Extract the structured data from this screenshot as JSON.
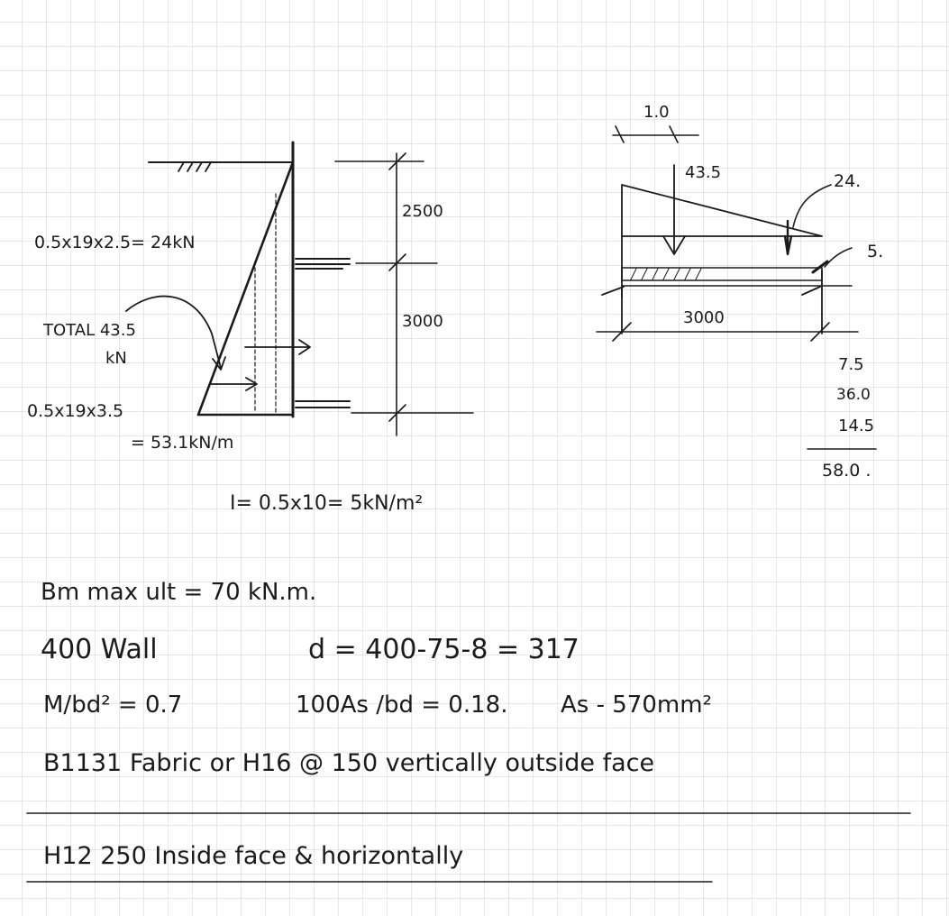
{
  "sheet": {
    "background": "#ffffff",
    "grid_color": "#c9c9c9",
    "ink_color": "#1b1b1b"
  },
  "wall_section": {
    "height_top": "2500",
    "height_bottom": "3000",
    "pressure_top": "0.5x19x2.5= 24kN",
    "total_label": "TOTAL 43.5",
    "total_unit": "kN",
    "pressure_base_a": "0.5x19x3.5",
    "pressure_base_b": "= 53.1kN/m"
  },
  "beam": {
    "dim_top": "1.0",
    "load_left": "43.5",
    "load_right": "24.",
    "reaction_right": "5.",
    "span": "3000",
    "sum_lines": [
      "7.5",
      "36.0",
      "14.5"
    ],
    "sum_total": "58.0 ."
  },
  "calc": {
    "surcharge": "I= 0.5x10= 5kN/m²",
    "bm_max": "Bm max ult = 70 kN.m.",
    "wall_depth_a": "400 Wall",
    "wall_depth_b": "d = 400-75-8 = 317",
    "m_bd2": "M/bd² = 0.7",
    "as_ratio": "100As /bd = 0.18.",
    "as_req": "As - 570mm²",
    "reinf_outside": "B1131 Fabric or H16 @ 150 vertically outside face",
    "reinf_inside": "H12 250 Inside face & horizontally"
  }
}
